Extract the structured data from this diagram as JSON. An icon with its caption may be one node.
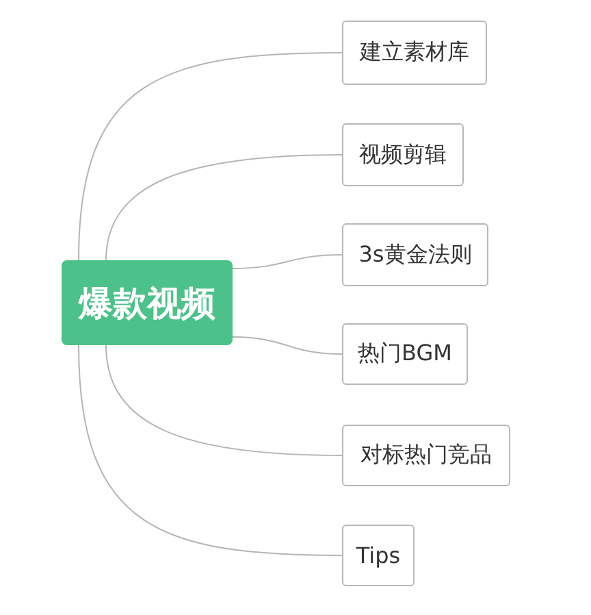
{
  "diagram": {
    "nodes": [
      {
        "text": [
          "爆款视频"
        ]
      },
      {
        "text": [
          "建立素材库"
        ]
      },
      {
        "text": [
          "视频剪辑"
        ]
      },
      {
        "text": [
          "3s黄金法则"
        ]
      },
      {
        "text": [
          "热门BGM"
        ]
      },
      {
        "text": [
          "对标热门竞品"
        ]
      },
      {
        "text": [
          "Tips"
        ]
      }
    ],
    "edges": [
      {
        "from": 0,
        "to": 1,
        "arrow": "none"
      },
      {
        "from": 0,
        "to": 2,
        "arrow": "none"
      },
      {
        "from": 0,
        "to": 3,
        "arrow": "none"
      },
      {
        "from": 0,
        "to": 4,
        "arrow": "none"
      },
      {
        "from": 0,
        "to": 5,
        "arrow": "none"
      },
      {
        "from": 0,
        "to": 6,
        "arrow": "none"
      }
    ]
  }
}
